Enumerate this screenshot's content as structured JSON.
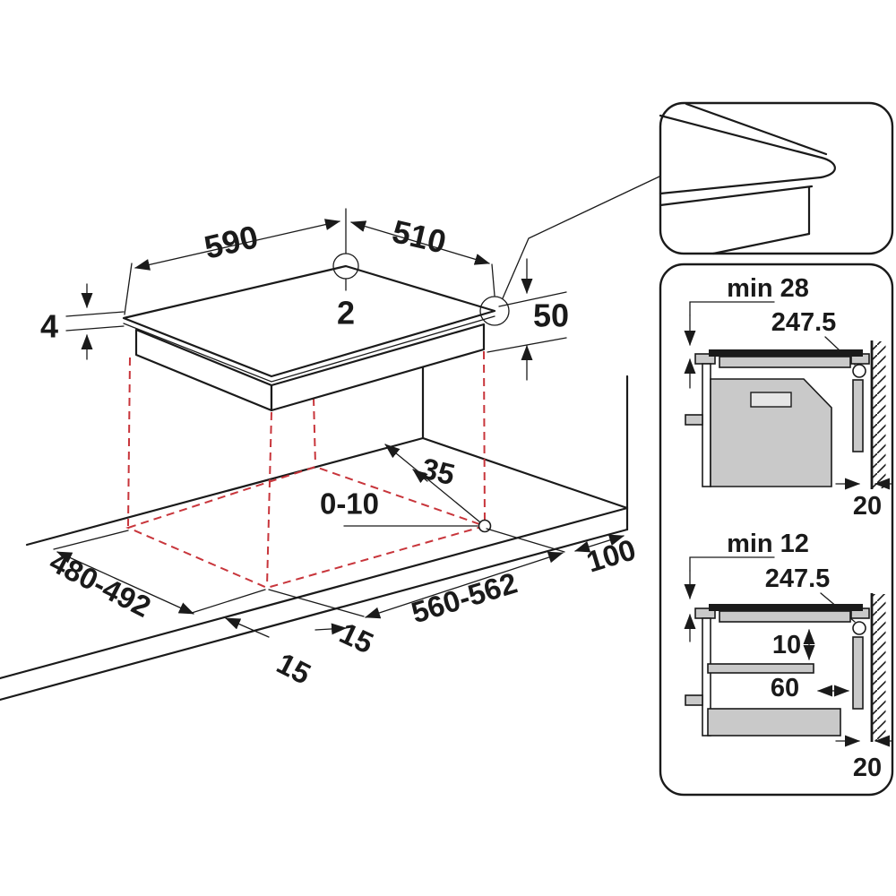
{
  "hob": {
    "top_width": "590",
    "top_depth": "510",
    "center_mark": "2",
    "glass_thickness": "4",
    "body_height": "50"
  },
  "cutout": {
    "rear_clearance": "35",
    "corner_radius": "0-10",
    "depth_range": "480-492",
    "margin_left": "15",
    "margin_front": "15",
    "width_range": "560-562",
    "side_clearance": "100"
  },
  "sections": {
    "min28": {
      "title": "min 28",
      "hole_center_from_wall": "247.5",
      "wall_gap": "20"
    },
    "min12": {
      "title": "min 12",
      "hole_center_from_wall": "247.5",
      "shelf_clearance": "10",
      "shelf_inset": "60",
      "wall_gap": "20"
    }
  },
  "colors": {
    "line": "#1a1a1a",
    "projection_red": "#c8353b",
    "fill_gray": "#c9c9c9",
    "fill_light": "#e6e6e6",
    "background": "#ffffff"
  }
}
